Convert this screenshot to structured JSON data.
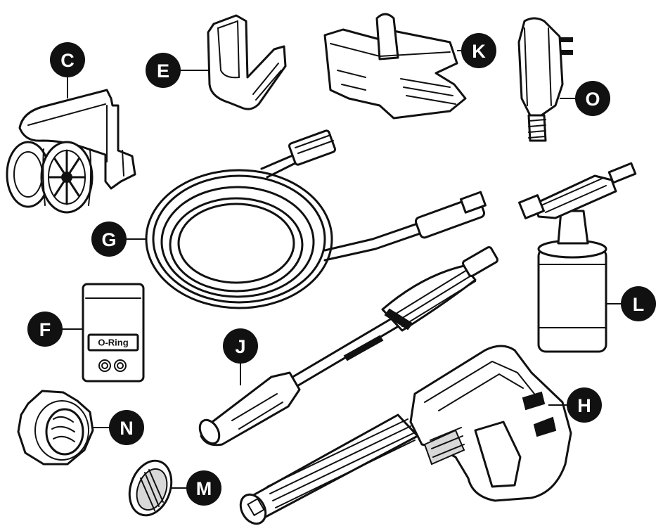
{
  "labels": {
    "c": "C",
    "e": "E",
    "k": "K",
    "o": "O",
    "g": "G",
    "l": "L",
    "f": "F",
    "j": "J",
    "h": "H",
    "n": "N",
    "m": "M"
  },
  "oring_card": {
    "text": "O-Ring"
  }
}
